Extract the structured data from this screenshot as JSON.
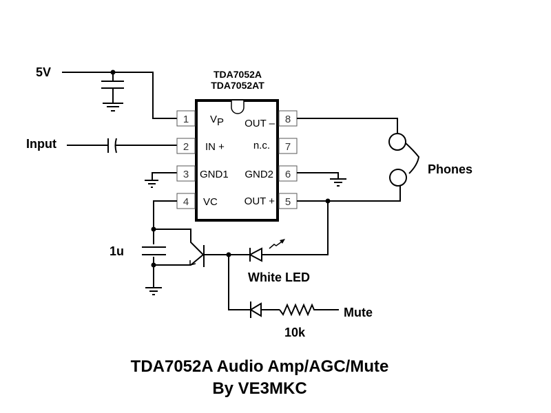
{
  "colors": {
    "ink": "#000000",
    "background": "#ffffff",
    "pin_border": "#555555"
  },
  "chip": {
    "part_numbers": [
      "TDA7052A",
      "TDA7052AT"
    ],
    "pins_left": [
      {
        "number": "1",
        "name": "V",
        "subscript": "P"
      },
      {
        "number": "2",
        "name": "IN +"
      },
      {
        "number": "3",
        "name": "GND1"
      },
      {
        "number": "4",
        "name": "VC"
      }
    ],
    "pins_right": [
      {
        "number": "8",
        "name": "OUT –"
      },
      {
        "number": "7",
        "name": "n.c."
      },
      {
        "number": "6",
        "name": "GND2"
      },
      {
        "number": "5",
        "name": "OUT +"
      }
    ]
  },
  "labels": {
    "supply": "5V",
    "input": "Input",
    "phones": "Phones",
    "cap_1u": "1u",
    "white_led": "White LED",
    "mute": "Mute",
    "resistor": "10k"
  },
  "title": {
    "line1": "TDA7052A Audio Amp/AGC/Mute",
    "line2": "By VE3MKC"
  }
}
